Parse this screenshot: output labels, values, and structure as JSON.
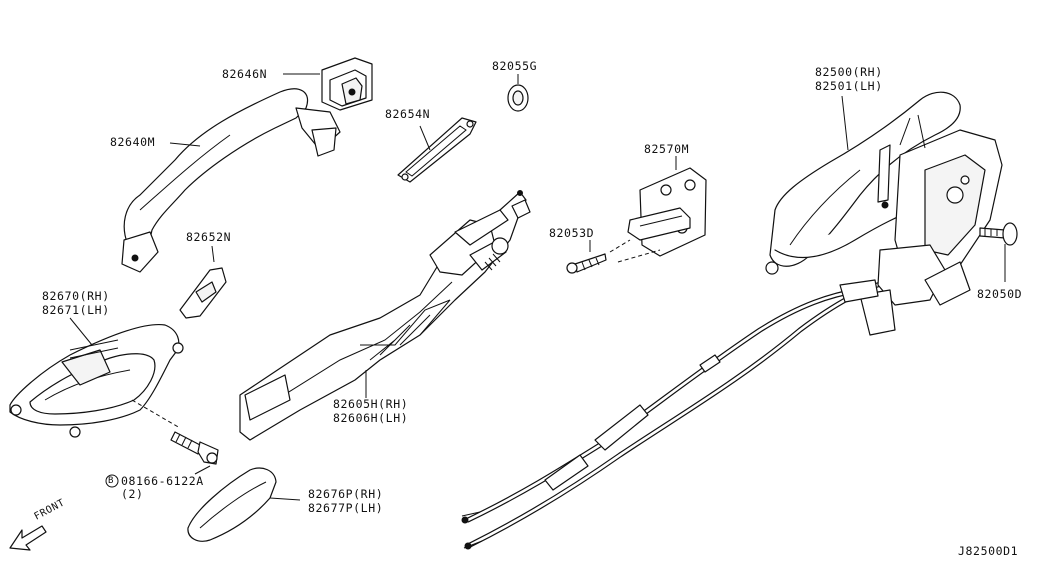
{
  "labels": {
    "p82646N": "82646N",
    "p82640M": "82640M",
    "p82055G": "82055G",
    "p82654N": "82654N",
    "p82570M": "82570M",
    "p82500": "82500(RH)",
    "p82501": "82501(LH)",
    "p82652N": "82652N",
    "p82053D": "82053D",
    "p82050D": "82050D",
    "p82670": "82670(RH)",
    "p82671": "82671(LH)",
    "p82605H": "82605H(RH)",
    "p82606H": "82606H(LH)",
    "bolt_prefix": "B",
    "bolt_part": "08166-6122A",
    "bolt_qty": "(2)",
    "p82676P": "82676P(RH)",
    "p82677P": "82677P(LH)",
    "front": "FRONT",
    "diagram_id": "J82500D1"
  }
}
